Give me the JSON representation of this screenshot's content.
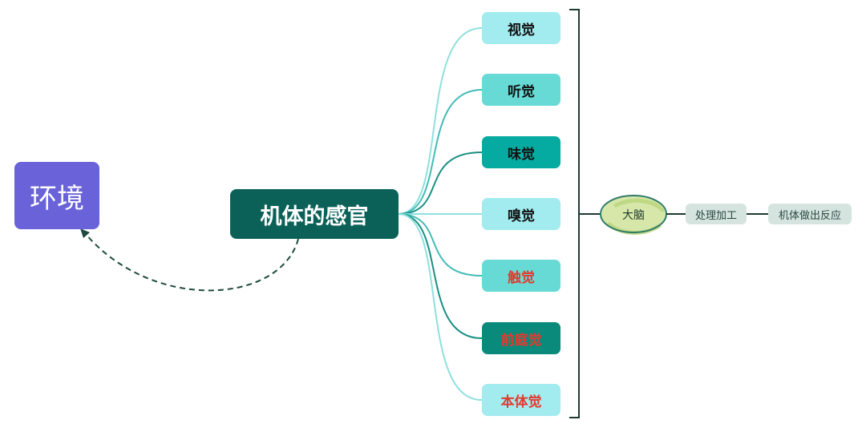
{
  "environment": {
    "label": "环境"
  },
  "center": {
    "label": "机体的感官"
  },
  "senses": [
    {
      "label": "视觉",
      "bg": "#a2ebef",
      "color": "#111111"
    },
    {
      "label": "听觉",
      "bg": "#68dad5",
      "color": "#111111"
    },
    {
      "label": "味觉",
      "bg": "#05aaa0",
      "color": "#111111"
    },
    {
      "label": "嗅觉",
      "bg": "#a2ebef",
      "color": "#111111"
    },
    {
      "label": "触觉",
      "bg": "#68dad5",
      "color": "#e23a2e"
    },
    {
      "label": "前庭觉",
      "bg": "#098a7b",
      "color": "#e23a2e"
    },
    {
      "label": "本体觉",
      "bg": "#a2ebef",
      "color": "#e23a2e"
    }
  ],
  "brain": {
    "label": "大脑"
  },
  "process": {
    "label": "处理加工"
  },
  "reaction": {
    "label": "机体做出反应"
  },
  "colors": {
    "environment": "#6a62d8",
    "center": "#0b6158",
    "link_light": "#8ee0dd",
    "link_mid": "#42bcb6",
    "link_dark": "#1a8f84",
    "brain_fill": "#cfe39a",
    "brain_stroke": "#2f7b67",
    "dashed_arrow": "#1f4a40"
  }
}
